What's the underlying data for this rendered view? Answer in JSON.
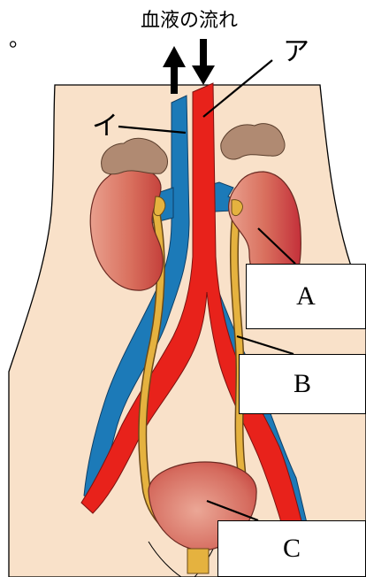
{
  "header": {
    "blood_flow_label": "血液の流れ",
    "leading_mark": "。"
  },
  "labels": {
    "vessel_a": "ア",
    "vessel_i": "イ",
    "box_a": "A",
    "box_b": "B",
    "box_c": "C"
  },
  "colors": {
    "skin": "#F9E1C9",
    "artery": "#E8221B",
    "vein": "#1C7AB8",
    "ureter": "#E5B23F",
    "kidney_light": "#E9A08E",
    "kidney_dark": "#C4403B",
    "adrenal": "#B08A72",
    "outline": "#000000"
  },
  "icons": [
    "up-arrow-icon",
    "down-arrow-icon"
  ]
}
